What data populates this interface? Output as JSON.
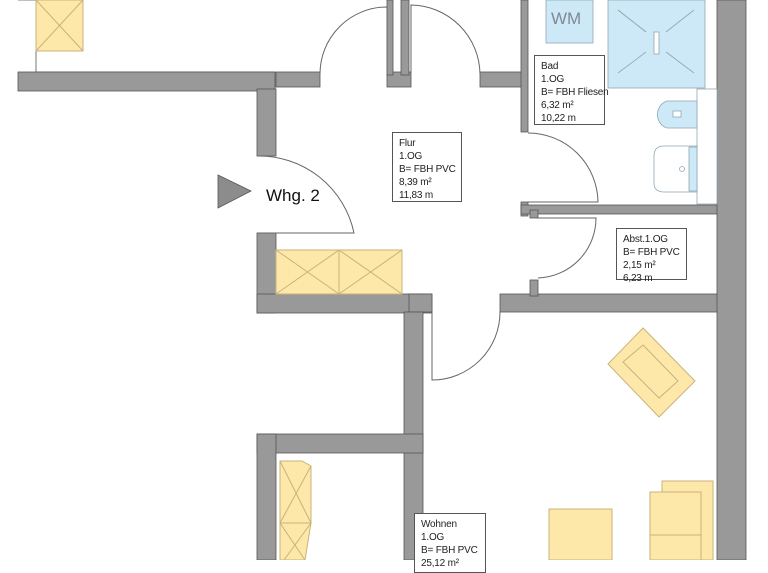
{
  "plan": {
    "entry": {
      "label": "Whg. 2",
      "icon": "entry-arrow-icon"
    },
    "rooms": [
      {
        "id": "flur",
        "name": "Flur",
        "floor": "1.OG",
        "heating": "B= FBH PVC",
        "area": "8,39 m²",
        "perimeter": "11,83 m"
      },
      {
        "id": "bad",
        "name": "Bad",
        "floor": "1.OG",
        "heating": "B= FBH Fliesen",
        "area": "6,32 m²",
        "perimeter": "10,22 m"
      },
      {
        "id": "abst",
        "name": "Abst.",
        "floor": "1.OG",
        "name_floor": "Abst.1.OG",
        "heating": "B= FBH PVC",
        "area": "2,15 m²",
        "perimeter": "6,23 m"
      },
      {
        "id": "wohnen",
        "name": "Wohnen",
        "floor": "1.OG",
        "heating": "B= FBH PVC",
        "area": "25,12 m²"
      }
    ],
    "fixtures": {
      "washing_machine": "WM"
    },
    "colors": {
      "wall": "#999999",
      "wall_stroke": "#555555",
      "furniture_fill": "#fde7a9",
      "furniture_stroke": "#c9b37a",
      "sanitary_fill": "#cde9f7",
      "sanitary_stroke": "#8fa7b4",
      "door_arc": "#666666"
    }
  }
}
